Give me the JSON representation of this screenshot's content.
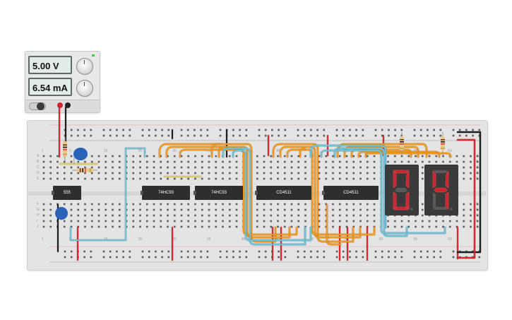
{
  "power_supply": {
    "voltage_reading": "5.00 V",
    "current_reading": "6.54 mA"
  },
  "breadboard": {
    "column_numbers": [
      "1",
      "5",
      "10",
      "15",
      "20",
      "25",
      "30",
      "35",
      "40",
      "45",
      "50",
      "55",
      "60"
    ],
    "row_letters_top": [
      "A",
      "B",
      "C",
      "D",
      "E"
    ],
    "row_letters_bottom": [
      "F",
      "G",
      "H",
      "I",
      "J"
    ]
  },
  "chips": [
    {
      "label": "555"
    },
    {
      "label": "74HC93"
    },
    {
      "label": "74HC93"
    },
    {
      "label": "CD4511"
    },
    {
      "label": "CD4511"
    }
  ],
  "displays": {
    "digits": [
      "0",
      "4"
    ],
    "segment_on_color": "#c8262f",
    "segment_off_color": "#5a5a5a"
  },
  "colors": {
    "wire_red": "#e0242b",
    "wire_black": "#1e1e1e",
    "wire_orange": "#f39a1e",
    "wire_blue": "#6fc3d9",
    "capacitor_blue": "#2a62b8"
  }
}
